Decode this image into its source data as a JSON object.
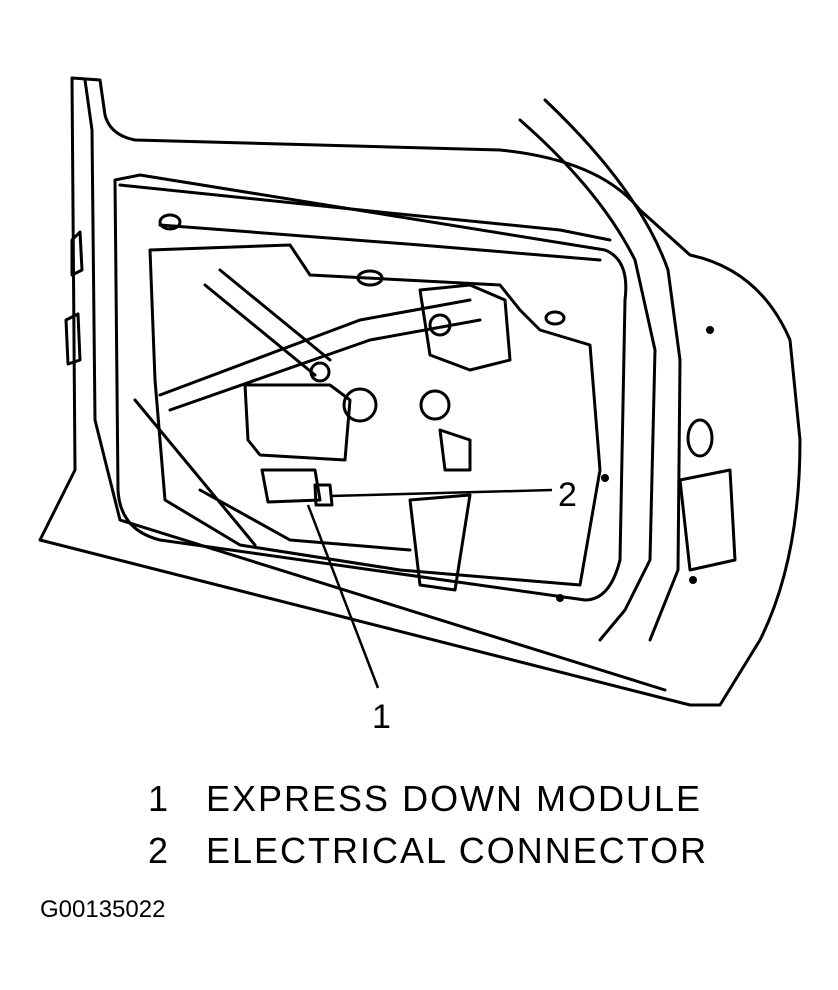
{
  "callouts": [
    {
      "number": "1",
      "label": "EXPRESS DOWN MODULE"
    },
    {
      "number": "2",
      "label": "ELECTRICAL CONNECTOR"
    }
  ],
  "figure_id": "G00135022",
  "colors": {
    "ink": "#000000",
    "background": "#ffffff"
  }
}
